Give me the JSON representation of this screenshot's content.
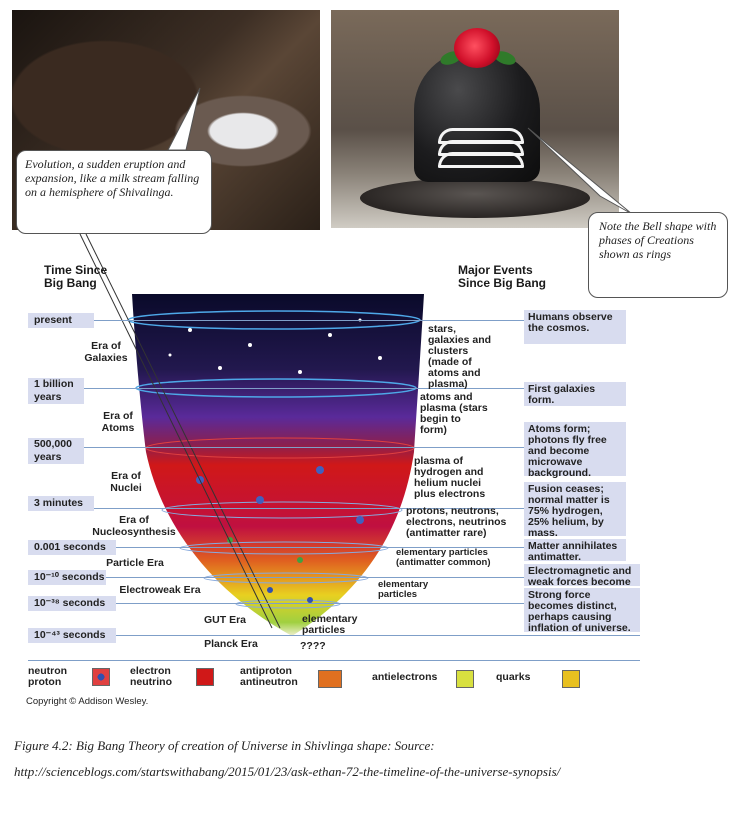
{
  "callouts": {
    "evolution": "Evolution, a sudden eruption and expansion, like a milk stream falling on a hemisphere of Shivalinga.",
    "bell": "Note the Bell shape with phases of Creations shown as rings"
  },
  "diagram": {
    "header_left": [
      "Time Since",
      "Big Bang"
    ],
    "header_right": [
      "Major Events",
      "Since Big Bang"
    ],
    "times": [
      "present",
      "1 billion years",
      "500,000 years",
      "3 minutes",
      "0.001 seconds",
      "10⁻¹⁰ seconds",
      "10⁻³⁸ seconds",
      "10⁻⁴³ seconds"
    ],
    "eras": [
      "Era of Galaxies",
      "Era of Atoms",
      "Era of Nuclei",
      "Era of Nucleosynthesis",
      "Particle Era",
      "Electroweak Era",
      "GUT Era",
      "Planck Era"
    ],
    "middle": [
      "stars, galaxies and clusters (made of atoms and plasma)",
      "atoms and plasma (stars begin to form)",
      "plasma of hydrogen and helium nuclei plus electrons",
      "protons, neutrons, electrons, neutrinos (antimatter rare)",
      "elementary particles (antimatter common)",
      "elementary particles",
      "elementary particles",
      "????"
    ],
    "events": [
      "Humans observe the cosmos.",
      "First galaxies form.",
      "Atoms form; photons fly free and become microwave background.",
      "Fusion ceases; normal matter is 75% hydrogen, 25% helium, by mass.",
      "Matter annihilates antimatter.",
      "Electromagnetic and weak forces become distinct.",
      "Strong force becomes distinct, perhaps causing inflation of universe."
    ],
    "legend": {
      "neutron": "neutron",
      "proton": "proton",
      "electron": "electron",
      "neutrino": "neutrino",
      "antiproton": "antiproton",
      "antineutron": "antineutron",
      "antielectrons": "antielectrons",
      "quarks": "quarks"
    },
    "copyright": "Copyright © Addison Wesley."
  },
  "caption": {
    "line1": "Figure 4.2: Big Bang Theory of creation of Universe in Shivlinga shape: Source:",
    "line2": "http://scienceblogs.com/startswithabang/2015/01/23/ask-ethan-72-the-timeline-of-the-universe-synopsis/"
  },
  "colors": {
    "label_bg": "#d8dcef",
    "ring": "#4ea8e8",
    "cosmos_top": "#0a0a2a",
    "plasma": "#d01818",
    "particles": "#e8d020"
  }
}
